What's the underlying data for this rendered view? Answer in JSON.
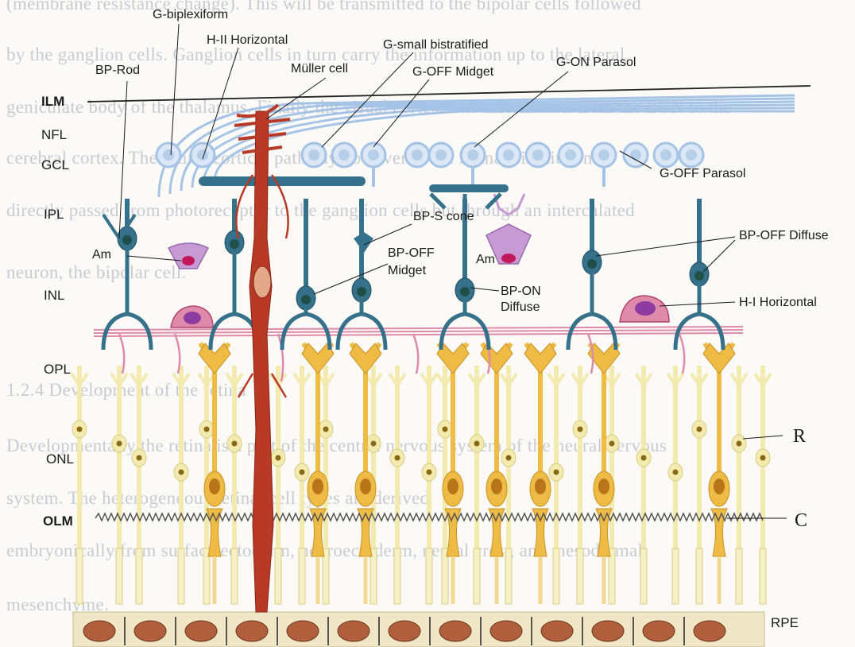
{
  "background_text": [
    "(membrane resistance change). This will be transmitted to the bipolar cells followed",
    "by the ganglion cells. Ganglion cells in turn carry the information up to the lateral",
    "geniculate body of the thalamus. Finally the visual cortex. The information from the LGN to the",
    "cerebral cortex. The retino-cortical pathway however in the retinal circuit is not",
    "directly passed from photoreceptor to the ganglion cells but through an intercalated",
    "neuron, the bipolar cell.",
    "1.2.4 Development of the retina",
    "Developmentally the retina is a part of the central nervous system of the neural nervous",
    "system. The heterogeneous retinal cell types are derived",
    "embryonically from surface ectoderm, neuroectoderm, neural crest, and mesodermal",
    "mesenchyme."
  ],
  "layers": {
    "ilm": "ILM",
    "nfl": "NFL",
    "gcl": "GCL",
    "ipl": "IPL",
    "inl": "INL",
    "opl": "OPL",
    "onl": "ONL",
    "olm": "OLM",
    "rpe": "RPE"
  },
  "cell_labels": {
    "g_biplexiform": "G-biplexiform",
    "h2_horizontal": "H-II Horizontal",
    "g_small_bistratified": "G-small bistratified",
    "bp_rod": "BP-Rod",
    "muller": "Müller cell",
    "g_off_midget": "G-OFF Midget",
    "g_on_parasol": "G-ON Parasol",
    "g_off_parasol": "G-OFF Parasol",
    "bp_s_cone": "BP-S cone",
    "bp_off_diffuse": "BP-OFF Diffuse",
    "am_left": "Am",
    "bp_off_midget_1": "BP-OFF",
    "bp_off_midget_2": "Midget",
    "am_mid": "Am",
    "bp_on_diffuse_1": "BP-ON",
    "bp_on_diffuse_2": "Diffuse",
    "h1_horizontal": "H-I Horizontal",
    "rod": "R",
    "cone": "C"
  },
  "colors": {
    "rod": "#f3eab0",
    "cone": "#eebb45",
    "bipolar": "#35718a",
    "ganglion": "#a4c3e6",
    "muller": "#b83a26",
    "horizontal": "#e08aaa",
    "amacrine": "#c89ad4",
    "rpe": "#b05e3c",
    "nucleus_dark": "#1f4f48"
  }
}
